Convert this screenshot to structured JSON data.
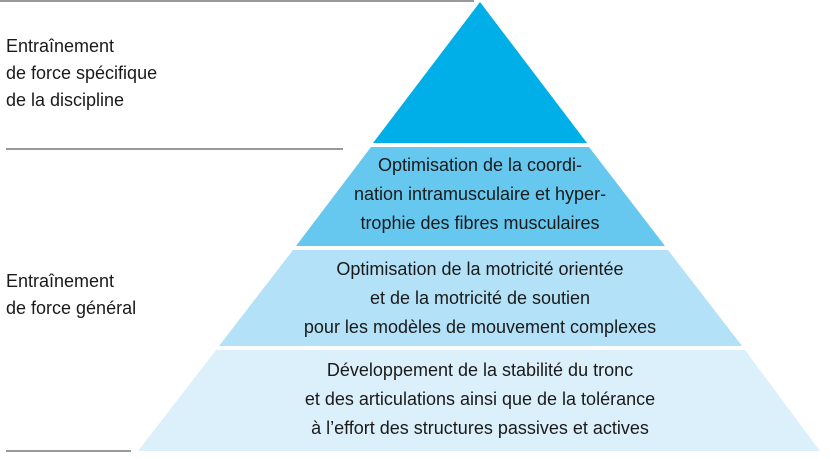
{
  "side_labels": {
    "specific": [
      "Entraînement",
      "de force spécifique",
      "de la discipline"
    ],
    "general": [
      "Entraînement",
      "de force général"
    ]
  },
  "pyramid": {
    "levels": [
      {
        "lines": [],
        "color": "#00aee8"
      },
      {
        "lines": [
          "Optimisation de la coordi-",
          "nation intramusculaire et hyper-",
          "trophie des fibres musculaires"
        ],
        "color": "#66c7ef"
      },
      {
        "lines": [
          "Optimisation de la motricité orientée",
          "et de la motricité de soutien",
          "pour les modèles de mouvement complexes"
        ],
        "color": "#b3e1f7"
      },
      {
        "lines": [
          "Développement de la stabilité du tronc",
          "et des articulations ainsi que de la tolérance",
          "à l’effort des structures passives et actives"
        ],
        "color": "#dcf0fb"
      }
    ]
  },
  "colors": {
    "divider": "#333333",
    "text": "#1a1a1a"
  }
}
